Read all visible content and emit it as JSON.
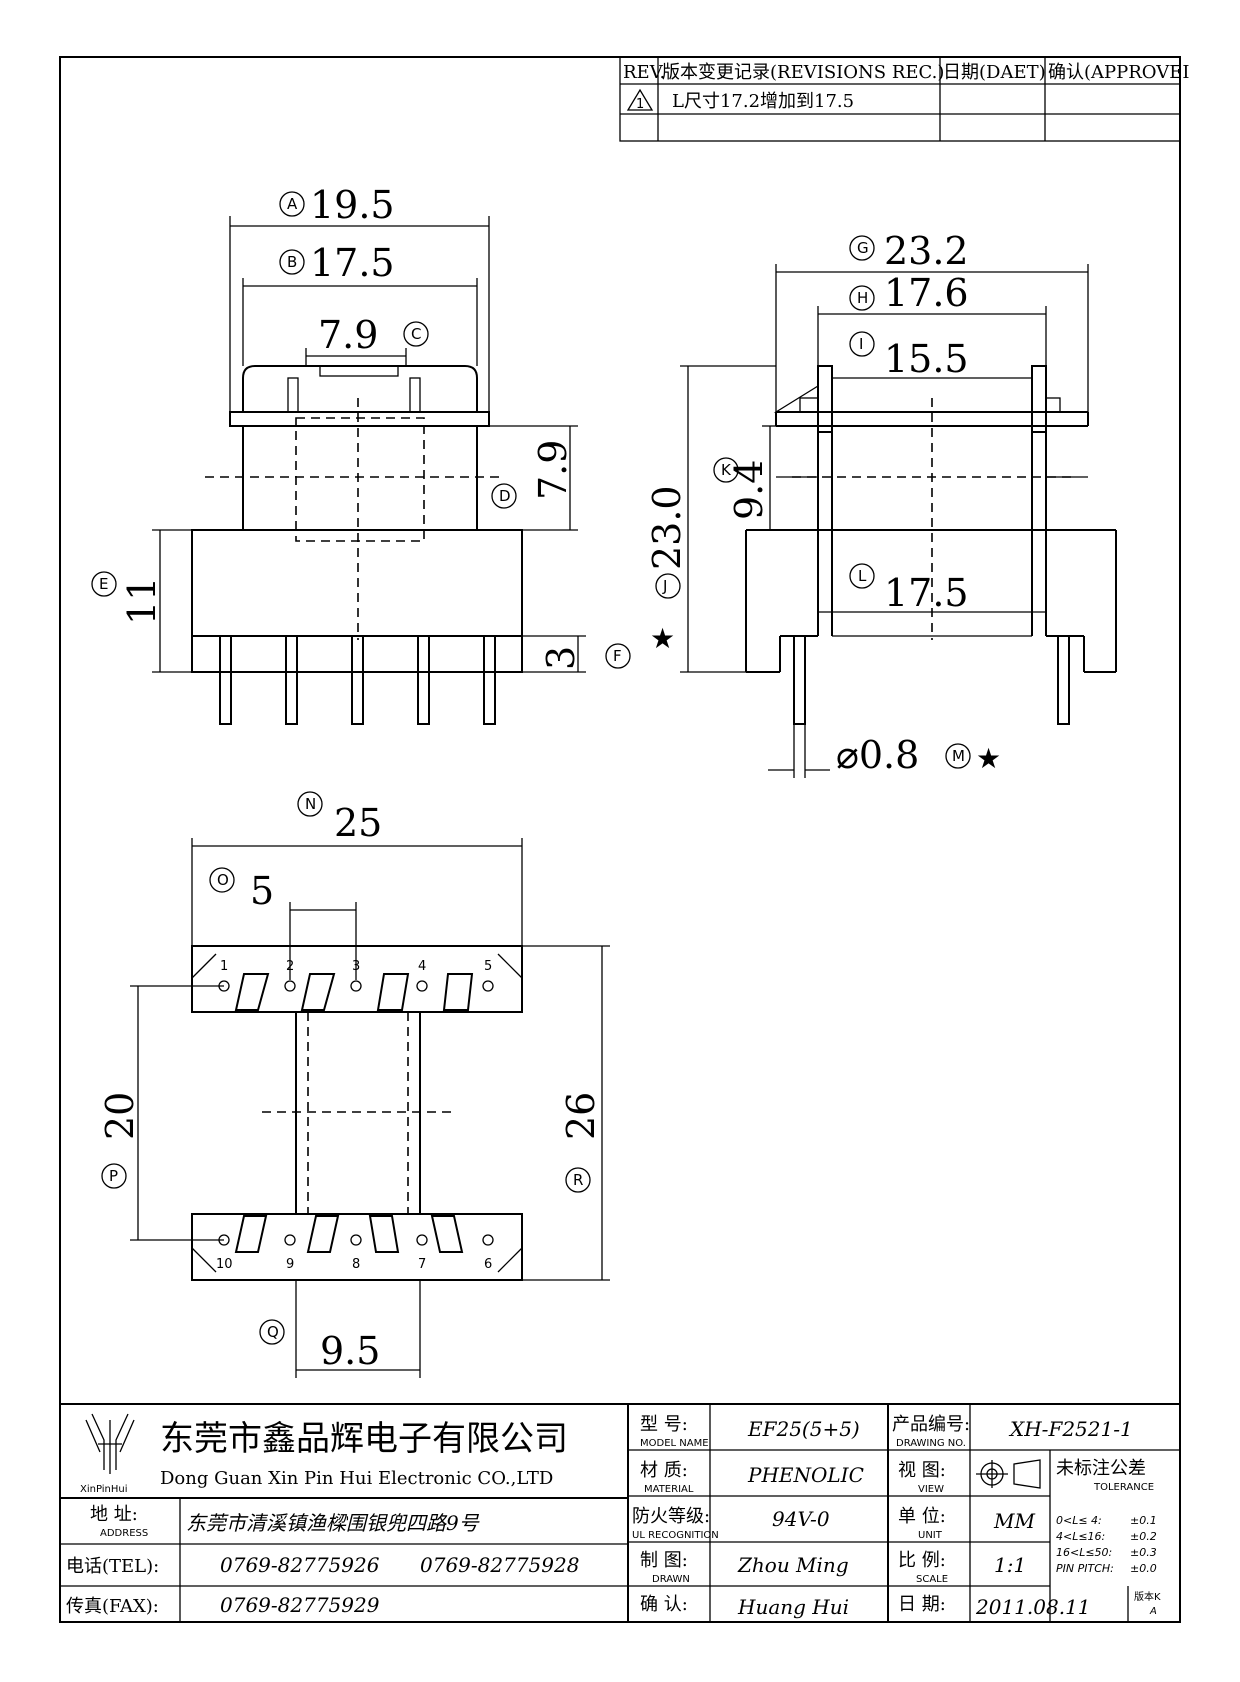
{
  "revision_table": {
    "headers": [
      "REV.",
      "版本变更记录(REVISIONS REC.)",
      "日期(DAET)",
      "确认(APPROVEI"
    ],
    "rows": [
      {
        "rev": "1",
        "change": "L尺寸17.2增加到17.5"
      }
    ]
  },
  "side_view": {
    "dim_A": {
      "label": "A",
      "value": "19.5"
    },
    "dim_B": {
      "label": "B",
      "value": "17.5"
    },
    "dim_C": {
      "label": "C",
      "value": "7.9"
    },
    "dim_D": {
      "label": "D",
      "value": "7.9"
    },
    "dim_E": {
      "label": "E",
      "value": "11"
    },
    "dim_F": {
      "label": "F",
      "value": "3"
    }
  },
  "front_view": {
    "dim_G": {
      "label": "G",
      "value": "23.2"
    },
    "dim_H": {
      "label": "H",
      "value": "17.6"
    },
    "dim_I": {
      "label": "I",
      "value": "15.5"
    },
    "dim_J": {
      "label": "J",
      "value": "23.0"
    },
    "dim_K": {
      "label": "K",
      "value": "9.4"
    },
    "dim_L": {
      "label": "L",
      "value": "17.5"
    },
    "dim_M": {
      "label": "M",
      "value": "⌀0.8"
    },
    "star": "★"
  },
  "bottom_view": {
    "dim_N": {
      "label": "N",
      "value": "25"
    },
    "dim_O": {
      "label": "O",
      "value": "5"
    },
    "dim_P": {
      "label": "P",
      "value": "20"
    },
    "dim_Q": {
      "label": "Q",
      "value": "9.5"
    },
    "dim_R": {
      "label": "R",
      "value": "26"
    },
    "pins_top": [
      "1",
      "2",
      "3",
      "4",
      "5"
    ],
    "pins_bottom": [
      "10",
      "9",
      "8",
      "7",
      "6"
    ]
  },
  "title_block": {
    "logo_text": "XinPinHui",
    "company_cn": "东莞市鑫品辉电子有限公司",
    "company_en": "Dong Guan Xin Pin Hui Electronic CO.,LTD",
    "address_label": "地  址:",
    "address_label_en": "ADDRESS",
    "address": "东莞市清溪镇渔樑围银兜四路9号",
    "tel_label": "电话(TEL):",
    "tel1": "0769-82775926",
    "tel2": "0769-82775928",
    "fax_label": "传真(FAX):",
    "fax": "0769-82775929",
    "model_label": "型  号:",
    "model_label_en": "MODEL NAME",
    "model": "EF25(5+5)",
    "material_label": "材  质:",
    "material_label_en": "MATERIAL",
    "material": "PHENOLIC",
    "flame_label": "防火等级:",
    "flame_label_en": "UL RECOGNITION",
    "flame": "94V-0",
    "drawn_label": "制  图:",
    "drawn_label_en": "DRAWN",
    "drawn": "Zhou Ming",
    "check_label": "确  认:",
    "check": "Huang Hui",
    "part_no_label": "产品编号:",
    "part_no_label_en": "DRAWING NO.",
    "part_no": "XH-F2521-1",
    "view_label": "视  图:",
    "view_label_en": "VIEW",
    "unit_label": "单  位:",
    "unit_label_en": "UNIT",
    "unit": "MM",
    "scale_label": "比  例:",
    "scale_label_en": "SCALE",
    "scale": "1:1",
    "date_label": "日  期:",
    "date": "2011.08.11",
    "tolerance_label": "未标注公差",
    "tolerance_label_en": "TOLERANCE",
    "tolerances": [
      {
        "range": "0<L≤ 4:",
        "value": "±0.1"
      },
      {
        "range": "4<L≤16:",
        "value": "±0.2"
      },
      {
        "range": "16<L≤50:",
        "value": "±0.3"
      },
      {
        "range": "PIN PITCH:",
        "value": "±0.0"
      }
    ],
    "version_label": "版本K",
    "version": "A"
  }
}
